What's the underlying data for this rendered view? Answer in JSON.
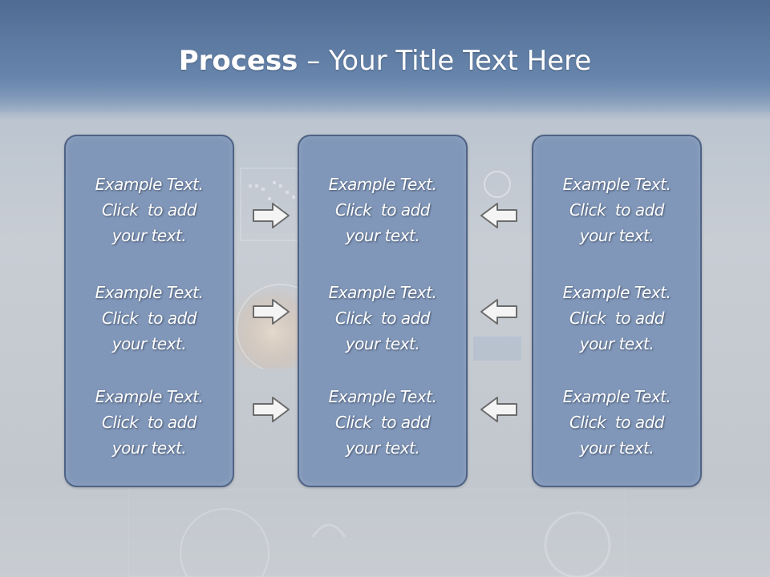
{
  "title": {
    "bold": "Process",
    "rest": " – Your Title Text Here"
  },
  "columns": [
    {
      "blocks": [
        {
          "line1": "Example Text.",
          "line2": "Click  to add",
          "line3": "your text."
        },
        {
          "line1": "Example Text.",
          "line2": "Click  to add",
          "line3": "your text."
        },
        {
          "line1": "Example Text.",
          "line2": "Click  to add",
          "line3": "your text."
        }
      ]
    },
    {
      "blocks": [
        {
          "line1": "Example Text.",
          "line2": "Click  to add",
          "line3": "your text."
        },
        {
          "line1": "Example Text.",
          "line2": "Click  to add",
          "line3": "your text."
        },
        {
          "line1": "Example Text.",
          "line2": "Click  to add",
          "line3": "your text."
        }
      ]
    },
    {
      "blocks": [
        {
          "line1": "Example Text.",
          "line2": "Click  to add",
          "line3": "your text."
        },
        {
          "line1": "Example Text.",
          "line2": "Click  to add",
          "line3": "your text."
        },
        {
          "line1": "Example Text.",
          "line2": "Click  to add",
          "line3": "your text."
        }
      ]
    }
  ],
  "arrows": {
    "left_group": "arrow-right-icon",
    "right_group": "arrow-left-icon"
  },
  "colors": {
    "box_fill": "#8197b9",
    "box_border": "#4f6385",
    "arrow_fill": "#f4f4f4",
    "arrow_stroke": "#6b6b6b"
  }
}
